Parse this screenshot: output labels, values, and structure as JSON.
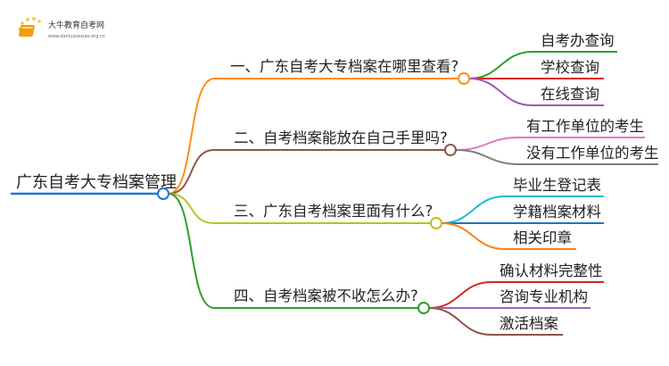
{
  "logo": {
    "title": "大牛教育自考网",
    "url": "www.daniuzuexiao.org.cn"
  },
  "root": {
    "label": "广东自考大专档案管理",
    "color": "#1f77d0"
  },
  "branches": [
    {
      "label": "一、广东自考大专档案在哪里查看?",
      "color": "#ff8c1a",
      "children": [
        {
          "label": "自考办查询",
          "color": "#2ca02c"
        },
        {
          "label": "学校查询",
          "color": "#e02020"
        },
        {
          "label": "在线查询",
          "color": "#9b59b6"
        }
      ]
    },
    {
      "label": "二、自考档案能放在自己手里吗?",
      "color": "#8c564b",
      "children": [
        {
          "label": "有工作单位的考生",
          "color": "#e377c2"
        },
        {
          "label": "没有工作单位的考生",
          "color": "#7f7f7f"
        }
      ]
    },
    {
      "label": "三、广东自考档案里面有什么?",
      "color": "#b8c21f",
      "children": [
        {
          "label": "毕业生登记表",
          "color": "#17becf"
        },
        {
          "label": "学籍档案材料",
          "color": "#1f77b4"
        },
        {
          "label": "相关印章",
          "color": "#ff7f0e"
        }
      ]
    },
    {
      "label": "四、自考档案被不收怎么办?",
      "color": "#2ca02c",
      "children": [
        {
          "label": "确认材料完整性",
          "color": "#d62728"
        },
        {
          "label": "咨询专业机构",
          "color": "#9467bd"
        },
        {
          "label": "激活档案",
          "color": "#8c564b"
        }
      ]
    }
  ]
}
